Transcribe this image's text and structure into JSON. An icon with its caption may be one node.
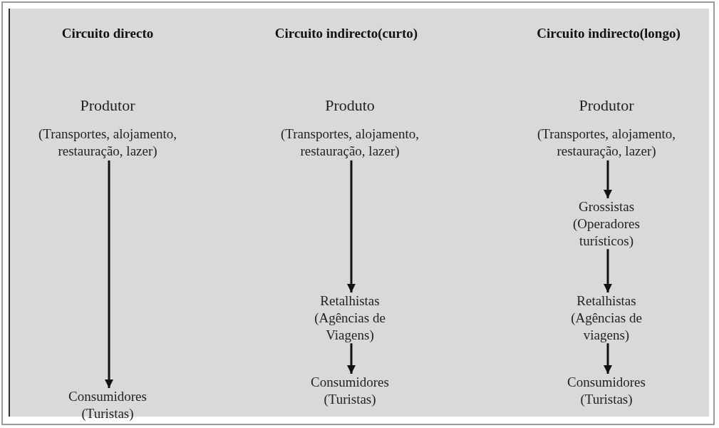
{
  "diagram": {
    "nodes": [
      {
        "text": [
          "Produtor",
          "(Transportes, alojamento, restauração, lazer)"
        ]
      },
      {
        "text": [
          "Consumidores (Turistas)"
        ]
      },
      {
        "text": [
          "Produto",
          "(Transportes, alojamento, restauração, lazer)"
        ]
      },
      {
        "text": [
          "Retalhistas (Agências de Viagens)"
        ]
      },
      {
        "text": [
          "Consumidores (Turistas)"
        ]
      },
      {
        "text": [
          "Produtor",
          "(Transportes, alojamento, restauração, lazer)"
        ]
      },
      {
        "text": [
          "Grossistas (Operadores turísticos)"
        ]
      },
      {
        "text": [
          "Retalhistas (Agências de viagens)"
        ]
      },
      {
        "text": [
          "Consumidores (Turistas)"
        ]
      }
    ],
    "edges": [
      {
        "from": 0,
        "to": 1,
        "arrow": "to"
      },
      {
        "from": 2,
        "to": 3,
        "arrow": "to"
      },
      {
        "from": 3,
        "to": 4,
        "arrow": "to"
      },
      {
        "from": 5,
        "to": 6,
        "arrow": "to"
      },
      {
        "from": 6,
        "to": 7,
        "arrow": "to"
      },
      {
        "from": 7,
        "to": 8,
        "arrow": "to"
      }
    ],
    "labels": [
      "Circuito directo",
      "Circuito indirecto(curto)",
      "Circuito indirecto(longo)"
    ]
  }
}
